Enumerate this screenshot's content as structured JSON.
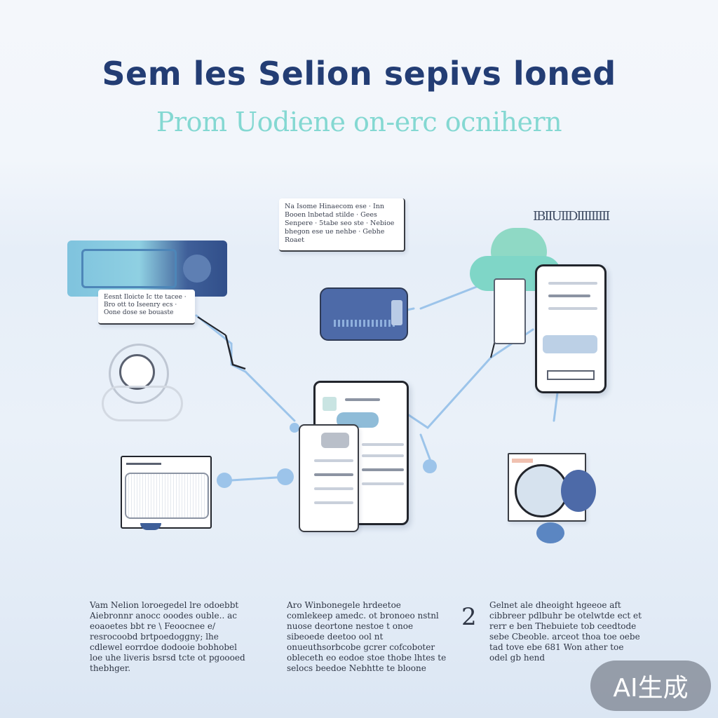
{
  "header": {
    "title": "Sem les Selion sepivs loned",
    "subtitle": "Prom Uodiene on-erc ocnihern"
  },
  "callouts": [
    {
      "id": "top-center-note",
      "text": "Na Isome Hinaecom ese · Inn Booen lnbetad stilde · Gees Senpere · 5tabe seo ste · Nebioe bhegon ese ue nehbe · Gebhe Roaet"
    },
    {
      "id": "left-note",
      "text": "Eesnt Iloicte Ic tte tacee · Bro ott to Iseenry ecs · Oone dose se bouaste"
    },
    {
      "id": "top-right-label",
      "text": "IBIIUIIDIIIIIIIII"
    }
  ],
  "bottom_notes": [
    {
      "id": "note-1",
      "text": "Vam Nelion loroegedel lre odoebbt Aiebronnr anocc ooodes ouble.. ac eoaoetes bbt re \\ Feoocnee e/ resrocoobd brtpoedoggny; lhe cdlewel eorrdoe dodooie bobhobel loe uhe liveris bsrsd tcte ot pgoooed thebhger."
    },
    {
      "id": "note-2",
      "text": "Aro Winbonegele hrdeetoe comlekeep amedc. ot bronoeo nstnl nuose deortone nestoe t onoe sibeoede deetoo ool nt onueuthsorbcobe gcrer cofcoboter obleceth eo eodoe stoe thobe lhtes te selocs beedoe Nebhtte te bloone"
    },
    {
      "id": "note-3",
      "text": "Gelnet ale dheoight hgeeoe aft cibbreer pdlbuhr be otelwtde ect et rerr e ben Thebuiete tob ceedtode sebe Cbeoble. arceot thoa toe oebe tad tove ebe 681 Won ather toe odel gb hend"
    }
  ],
  "watermark": {
    "text": "AI生成"
  },
  "colors": {
    "title": "#233d74",
    "subtitle": "#84d8d2",
    "connector": "#9cc4ea",
    "accent_teal": "#7fd6c7",
    "accent_blue": "#4d6aa8",
    "light_teal": "#7fc3de"
  },
  "icons": [
    "monitor-icon",
    "mixer-icon",
    "phone-icon",
    "tablet-icon",
    "device-icon",
    "camera-icon",
    "cloud-icon",
    "laptop-icon"
  ]
}
